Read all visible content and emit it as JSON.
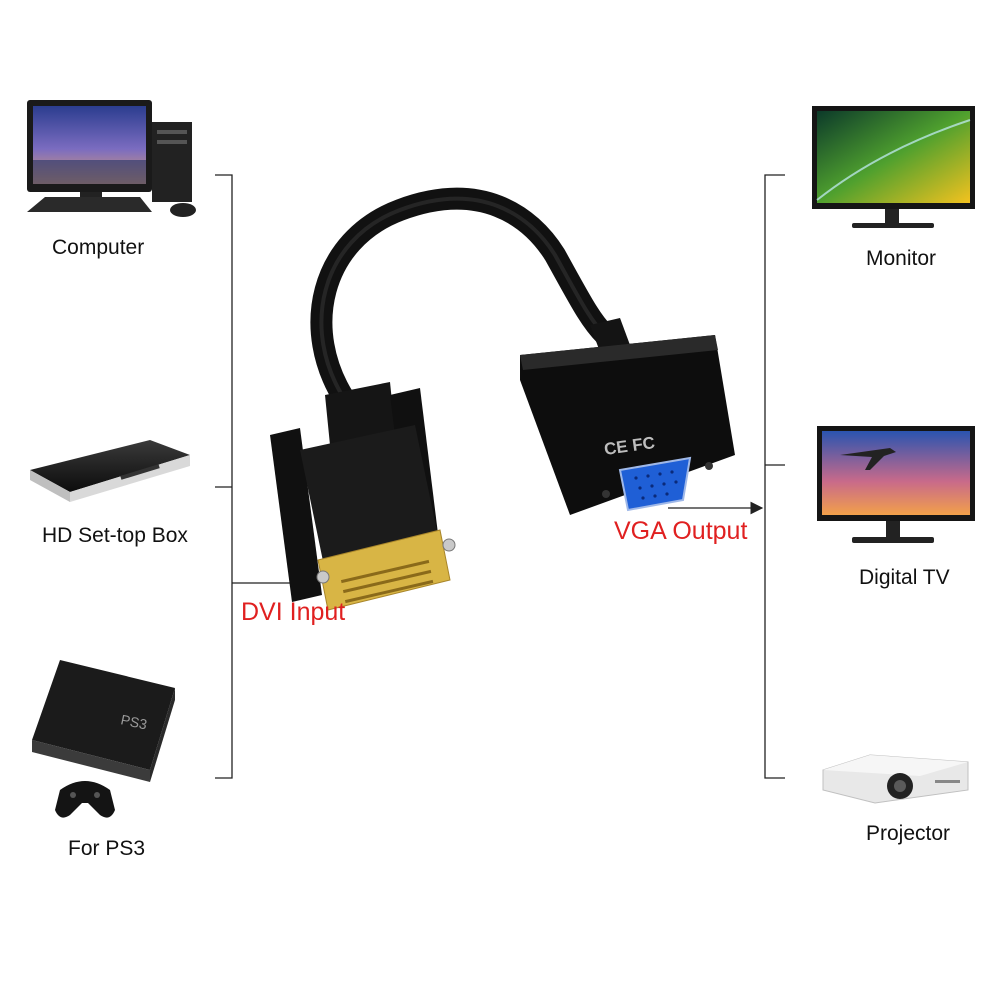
{
  "inputs": {
    "computer": "Computer",
    "settop": "HD Set-top Box",
    "ps3": "For PS3",
    "ps3_logo": "PS3"
  },
  "outputs": {
    "monitor": "Monitor",
    "digital_tv": "Digital TV",
    "projector": "Projector"
  },
  "adapter": {
    "input_label": "DVI Input",
    "output_label": "VGA Output",
    "certification_marks": "CE FC"
  },
  "colors": {
    "port_label": "#e02020",
    "connector_lines": "#222222",
    "adapter_body": "#0d0d0d",
    "vga_port": "#1f5fd6",
    "dvi_pins": "#d8b545"
  },
  "icons": [
    "computer-icon",
    "settop-box-icon",
    "ps3-console-icon",
    "gamepad-icon",
    "monitor-icon",
    "tv-icon",
    "projector-icon"
  ]
}
